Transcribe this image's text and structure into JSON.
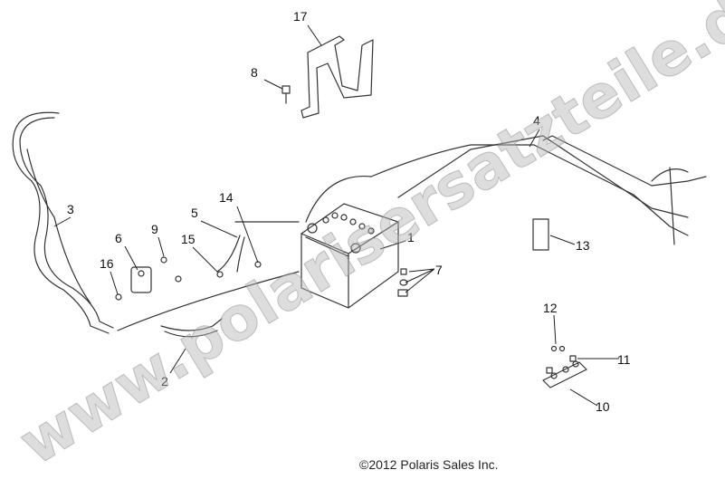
{
  "diagram": {
    "callouts": [
      "1",
      "2",
      "3",
      "4",
      "5",
      "6",
      "7",
      "8",
      "9",
      "10",
      "11",
      "12",
      "13",
      "14",
      "15",
      "16",
      "17"
    ],
    "watermark": "www.polarisersatzteile.de",
    "copyright": "©2012 Polaris Sales Inc.",
    "colors": {
      "lines": "#333333",
      "watermark": "#b4b4b4"
    }
  }
}
